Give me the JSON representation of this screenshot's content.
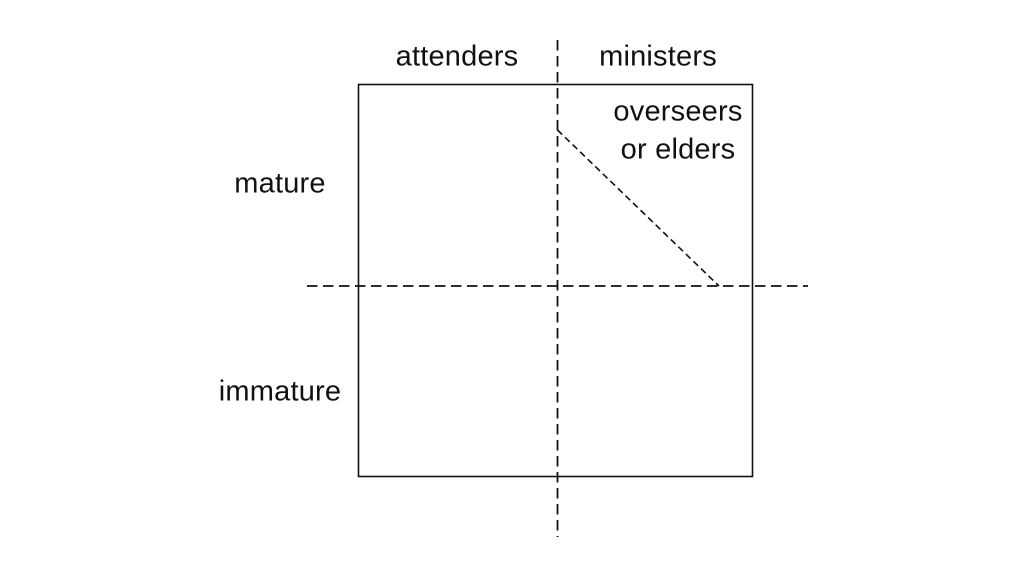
{
  "diagram": {
    "type": "quadrant-matrix",
    "top_labels": {
      "left": "attenders",
      "right": "ministers"
    },
    "side_labels": {
      "top": "mature",
      "bottom": "immature"
    },
    "annotation": {
      "line1": "overseers",
      "line2": "or elders"
    },
    "colors": {
      "background": "#ffffff",
      "line": "#111111",
      "text": "#111111"
    }
  }
}
